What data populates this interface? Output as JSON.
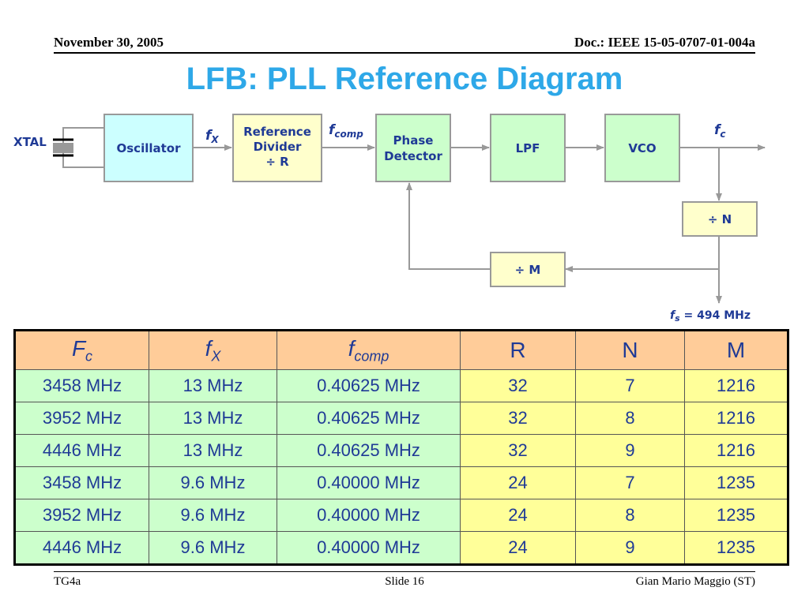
{
  "header": {
    "date": "November 30, 2005",
    "doc": "Doc.: IEEE 15-05-0707-01-004a"
  },
  "title": "LFB: PLL Reference Diagram",
  "diagram": {
    "xtal_label": "XTAL",
    "blocks": {
      "oscillator": "Oscillator",
      "ref_divider": [
        "Reference",
        "Divider",
        "÷ R"
      ],
      "phase_detector": [
        "Phase",
        "Detector"
      ],
      "lpf": "LPF",
      "vco": "VCO",
      "div_n": "÷ N",
      "div_m": "÷ M"
    },
    "signals": {
      "fx": {
        "base": "f",
        "sub": "X"
      },
      "fcomp": {
        "base": "f",
        "sub": "comp"
      },
      "fc": {
        "base": "f",
        "sub": "c"
      },
      "fs": {
        "base": "f",
        "sub": "s",
        "value": " = 494 MHz"
      }
    },
    "colors": {
      "oscillator": "#ccffff",
      "divider": "#ffffcc",
      "green": "#ccffcc",
      "text": "#1f3a96",
      "title": "#2ea8e8"
    }
  },
  "table": {
    "headers": [
      {
        "base": "F",
        "sub": "c"
      },
      {
        "base": "f",
        "sub": "X"
      },
      {
        "base": "f",
        "sub": "comp"
      },
      {
        "base": "R",
        "sub": ""
      },
      {
        "base": "N",
        "sub": ""
      },
      {
        "base": "M",
        "sub": ""
      }
    ],
    "rows": [
      [
        "3458 MHz",
        "13 MHz",
        "0.40625 MHz",
        "32",
        "7",
        "1216"
      ],
      [
        "3952 MHz",
        "13 MHz",
        "0.40625 MHz",
        "32",
        "8",
        "1216"
      ],
      [
        "4446 MHz",
        "13 MHz",
        "0.40625 MHz",
        "32",
        "9",
        "1216"
      ],
      [
        "3458 MHz",
        "9.6 MHz",
        "0.40000 MHz",
        "24",
        "7",
        "1235"
      ],
      [
        "3952 MHz",
        "9.6 MHz",
        "0.40000 MHz",
        "24",
        "8",
        "1235"
      ],
      [
        "4446 MHz",
        "9.6 MHz",
        "0.40000 MHz",
        "24",
        "9",
        "1235"
      ]
    ]
  },
  "footer": {
    "left": "TG4a",
    "center": "Slide 16",
    "right": "Gian Mario Maggio (ST)"
  }
}
